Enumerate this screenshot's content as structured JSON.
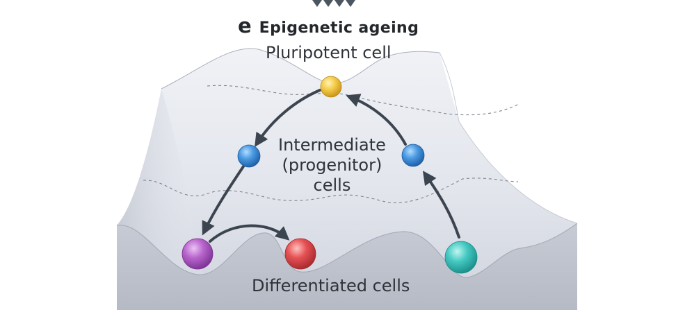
{
  "title": {
    "panel_letter": "e",
    "text": "Epigenetic ageing"
  },
  "labels": {
    "pluripotent": "Pluripotent cell",
    "intermediate_line1": "Intermediate",
    "intermediate_line2": "(progenitor)",
    "intermediate_line3": "cells",
    "differentiated": "Differentiated cells"
  },
  "colors": {
    "landscape_back": "#e9ecf2",
    "landscape_front": "#bfc3cd",
    "landscape_floor": "#c5c9d2",
    "contour": "#7d828c",
    "arrow": "#3c454f",
    "pluripotent_cell": "#f3c43f",
    "intermediate_cell": "#3b8fd9",
    "differentiated_purple": "#b260c8",
    "differentiated_red": "#e24c50",
    "differentiated_teal": "#3cc3be"
  }
}
